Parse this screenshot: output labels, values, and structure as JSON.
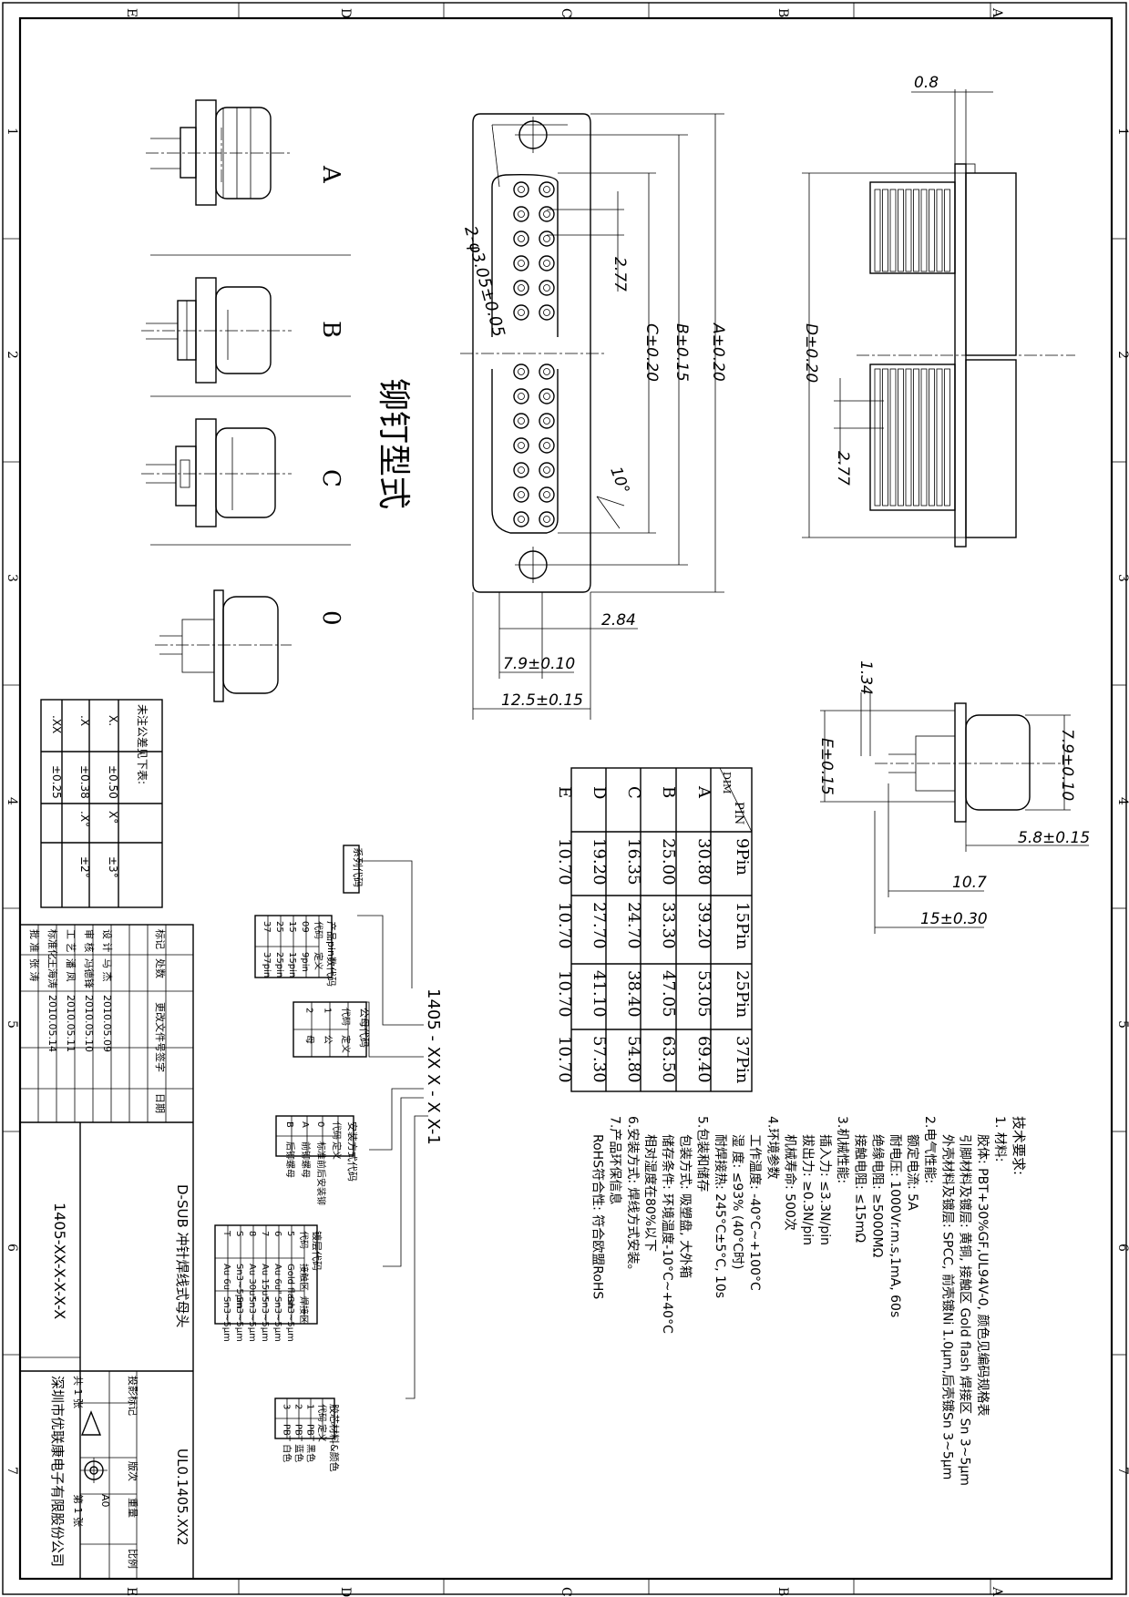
{
  "border": {
    "row_letters": [
      "E",
      "D",
      "C",
      "B",
      "A"
    ],
    "col_numbers": [
      "1",
      "2",
      "3",
      "4",
      "5",
      "6",
      "7"
    ]
  },
  "views": {
    "A": "A",
    "B": "B",
    "C": "C",
    "O": "0",
    "rivet_title": "铆钉型式"
  },
  "dims": {
    "d08": "0.8",
    "hole": "2-φ3.05±0.05",
    "d277a": "2.77",
    "d277b": "2.77",
    "dC": "C±0.20",
    "dB": "B±0.15",
    "dA": "A±0.20",
    "dD": "D±0.20",
    "deg10": "10°",
    "d284": "2.84",
    "d79a": "7.9±0.10",
    "d125": "12.5±0.15",
    "d134": "1.34",
    "dE": "E±0.15",
    "d79b": "7.9±0.10",
    "d58": "5.8±0.15",
    "d107": "10.7",
    "d15": "15±0.30"
  },
  "dim_table": {
    "pin_label": "PIN",
    "dim_label": "DIM",
    "pins": [
      "9Pin",
      "15Pin",
      "25Pin",
      "37Pin"
    ],
    "rows": [
      {
        "dim": "A",
        "values": [
          "30.80",
          "39.20",
          "53.05",
          "69.40"
        ]
      },
      {
        "dim": "B",
        "values": [
          "25.00",
          "33.30",
          "47.05",
          "63.50"
        ]
      },
      {
        "dim": "C",
        "values": [
          "16.35",
          "24.70",
          "38.40",
          "54.80"
        ]
      },
      {
        "dim": "D",
        "values": [
          "19.20",
          "27.70",
          "41.10",
          "57.30"
        ]
      },
      {
        "dim": "E",
        "values": [
          "10.70",
          "10.70",
          "10.70",
          "10.70"
        ]
      }
    ]
  },
  "tolerance": {
    "title": "未注公差见下表:",
    "rows": [
      [
        "X.",
        "±0.50",
        "X°",
        "±3°"
      ],
      [
        ".X",
        "±0.38",
        ".X°",
        "±2°"
      ],
      [
        ".XX",
        "±0.25",
        "",
        ""
      ]
    ]
  },
  "part_code": {
    "code": "1405 - XX X - X X-1",
    "series": "系列代码",
    "pin_table": {
      "header": [
        "产品pin数代码"
      ],
      "cols": [
        "代码",
        "定义"
      ],
      "rows": [
        [
          "09",
          "9pin"
        ],
        [
          "15",
          "15pin"
        ],
        [
          "25",
          "25pin"
        ],
        [
          "37",
          "37pin"
        ]
      ]
    },
    "gender_table": {
      "header": [
        "公母代码"
      ],
      "cols": [
        "代码",
        "定义"
      ],
      "rows": [
        [
          "1",
          "公"
        ],
        [
          "2",
          "母"
        ]
      ]
    },
    "mount_table": {
      "header": [
        "安装方式代码"
      ],
      "cols": [
        "代码",
        "定义"
      ],
      "rows": [
        [
          "0",
          "标准前后安装铆"
        ],
        [
          "A",
          "前铆螺母"
        ],
        [
          "B",
          "后铆螺母"
        ]
      ]
    },
    "plating_table": {
      "header": [
        "镀层代码"
      ],
      "cols": [
        "代码",
        "接触区",
        "焊接区"
      ],
      "rows": [
        [
          "5",
          "Gold flash",
          "Sn3~5μm"
        ],
        [
          "6",
          "Au 6u\"",
          "Sn3~5μm"
        ],
        [
          "7",
          "Au 15u\"",
          "Sn3~5μm"
        ],
        [
          "8",
          "Au 30u\"",
          "Sn3~5μm"
        ],
        [
          "S",
          "Sn3~5μm",
          "Sn3~5μm"
        ],
        [
          "T",
          "Au 6u",
          "Sn3~5μm"
        ]
      ]
    },
    "color_table": {
      "header": [
        "胶芯材料&颜色"
      ],
      "cols": [
        "代码",
        "定义"
      ],
      "rows": [
        [
          "1",
          "PBT 黑色"
        ],
        [
          "2",
          "PBT 蓝色"
        ],
        [
          "3",
          "PBT 白色"
        ]
      ]
    }
  },
  "tech": {
    "title": "技术要求:",
    "lines": [
      "1. 材料:",
      "胶体: PBT+30%GF,UL94V-0, 颜色见编码规格表",
      "引脚材料及镀层: 黄铜, 接触区 Gold flash 焊接区 Sn 3~5μm",
      "外壳材料及镀层: SPCC, 前壳镀Ni 1.0μm,后壳镀Sn 3~5μm",
      "2.电气性能:",
      "额定电流: 5A",
      "耐电压: 1000Vr.m.s,1mA, 60s",
      "绝缘电阻: ≥5000MΩ",
      "接触电阻: ≤15mΩ",
      "3.机械性能:",
      "插入力: ≤3.3N/pin",
      "拔出力: ≥0.3N/pin",
      "机械寿命: 500次",
      "4.环境参数",
      "工作温度: -40°C~+100°C",
      "湿 度: ≤93% (40°C时)",
      "耐焊接热: 245°C±5°C, 10s",
      "5.包装和储存",
      "包装方式: 吸塑盘, 大外箱",
      "储存条件: 环境温度-10°C~+40°C",
      "相对湿度在80%以下",
      "6.安装方式: 焊线方式安装。",
      "7.产品环保信息",
      "RoHS符合性: 符合欧盟RoHS"
    ]
  },
  "title_block": {
    "hdr": [
      "标记",
      "处数",
      "更改文件号",
      "签字",
      "日期"
    ],
    "rows": [
      [
        "设 计",
        "马 杰",
        "2010.05.09"
      ],
      [
        "审 核",
        "冯德锋",
        "2010.05.10"
      ],
      [
        "工 艺",
        "潘 凤",
        "2010.05.11"
      ],
      [
        "标准化",
        "王海涛",
        "2010.05.14"
      ],
      [
        "批 准",
        "张 涛",
        ""
      ]
    ],
    "product": "D-SUB 冲针焊线式母头",
    "part_no": "1405-XX-X-X-X-X",
    "drawing_no": "UL0.1405.XX2",
    "stage": "投影标记",
    "version": "版次",
    "weight": "重量",
    "ratio": "比例",
    "version_val": "A0",
    "total": "共 1 张",
    "sheet": "第 1 张",
    "company": "深圳市优联康电子有限股份公司"
  }
}
